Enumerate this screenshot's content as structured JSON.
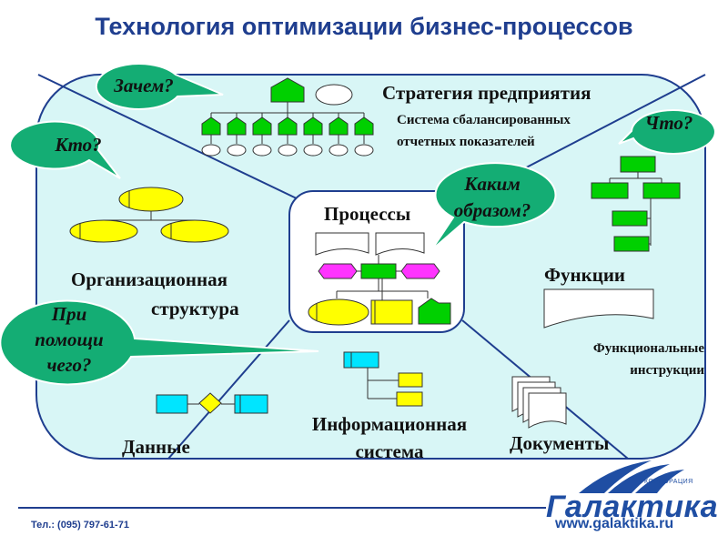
{
  "title": "Технология оптимизации бизнес-процессов",
  "questions": {
    "why": "Зачем?",
    "who": "Кто?",
    "what": "Что?",
    "how_line1": "Каким",
    "how_line2": "образом?",
    "with_line1": "При",
    "with_line2": "помощи",
    "with_line3": "чего?"
  },
  "sections": {
    "strategy": "Стратегия предприятия",
    "scorecard_line1": "Система сбалансированных",
    "scorecard_line2": "отчетных показателей",
    "processes": "Процессы",
    "org_line1": "Организационная",
    "org_line2": "структура",
    "functions": "Функции",
    "instructions_line1": "Функциональные",
    "instructions_line2": "инструкции",
    "data": "Данные",
    "infosys_line1": "Информационная",
    "infosys_line2": "система",
    "documents": "Документы"
  },
  "footer": {
    "phone": "Тел.: (095) 797-61-71",
    "brand": "Галактика",
    "corp": "КОРПОРАЦИЯ",
    "url": "www.galaktika.ru"
  },
  "colors": {
    "title": "#1f3e8f",
    "panel_fill": "#d8f6f6",
    "panel_stroke": "#1f3e8f",
    "bubble_fill": "#14ad74",
    "shape_green": "#00d000",
    "shape_yellow": "#ffff00",
    "shape_magenta": "#ff33ff",
    "shape_cyan": "#00e5ff"
  }
}
